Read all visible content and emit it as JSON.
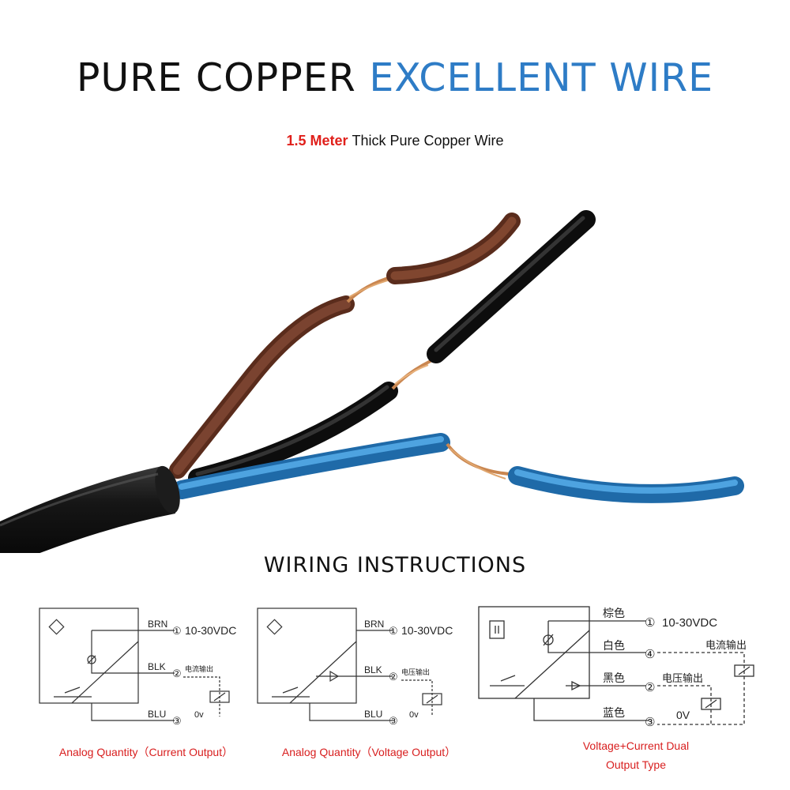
{
  "header": {
    "title_part1": "PURE COPPER",
    "title_part2": "EXCELLENT WIRE",
    "subtitle_highlight": "1.5 Meter",
    "subtitle_rest": "Thick Pure Copper Wire"
  },
  "section": {
    "title": "WIRING INSTRUCTIONS"
  },
  "colors": {
    "blue_text": "#2e7cc6",
    "red_text": "#e0201b",
    "brown_wire": "#6e3a26",
    "black_wire": "#151515",
    "blue_wire": "#2f86cc",
    "copper": "#c98650"
  },
  "diagrams": [
    {
      "caption": "Analog Quantity（Current Output）",
      "pins": [
        {
          "label": "BRN",
          "number": "①",
          "value": "10-30VDC"
        },
        {
          "label": "BLK",
          "number": "②",
          "value": "电流输出"
        },
        {
          "label": "BLU",
          "number": "③",
          "value": "0v"
        }
      ]
    },
    {
      "caption": "Analog Quantity（Voltage Output）",
      "pins": [
        {
          "label": "BRN",
          "number": "①",
          "value": "10-30VDC"
        },
        {
          "label": "BLK",
          "number": "②",
          "value": "电压输出"
        },
        {
          "label": "BLU",
          "number": "③",
          "value": "0v"
        }
      ]
    },
    {
      "caption_line1": "Voltage+Current Dual",
      "caption_line2": "Output Type",
      "pins": [
        {
          "label": "棕色",
          "number": "①",
          "value": "10-30VDC"
        },
        {
          "label": "白色",
          "number": "④",
          "value": "电流输出"
        },
        {
          "label": "黑色",
          "number": "②",
          "value": "电压输出"
        },
        {
          "label": "蓝色",
          "number": "③",
          "value": "0V"
        }
      ]
    }
  ]
}
